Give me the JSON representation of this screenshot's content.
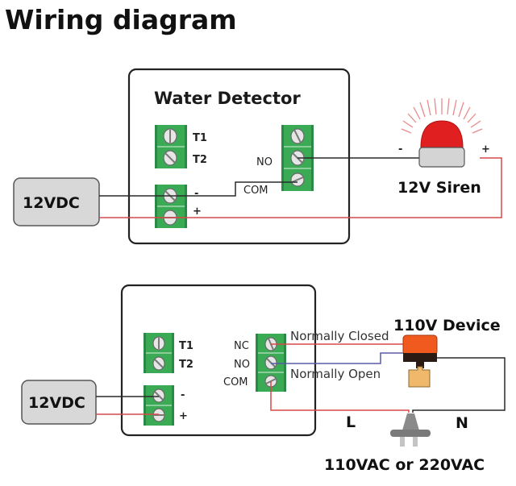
{
  "title": "Wiring diagram",
  "top_diagram": {
    "device_title": "Water Detector",
    "power_supply": "12VDC",
    "left_terminals": [
      "T1",
      "T2"
    ],
    "power_terminals": [
      "-",
      "+"
    ],
    "right_terminals": [
      "NO",
      "COM"
    ],
    "siren": {
      "label": "12V Siren",
      "minus": "-",
      "plus": "+"
    }
  },
  "bottom_diagram": {
    "power_supply": "12VDC",
    "left_terminals": [
      "T1",
      "T2"
    ],
    "power_terminals": [
      "-",
      "+"
    ],
    "right_terminals": [
      "NC",
      "NO",
      "COM"
    ],
    "nc_label": "Normally Closed",
    "no_label": "Normally Open",
    "device_label": "110V Device",
    "line_label": "L",
    "neutral_label": "N",
    "mains_label": "110VAC or 220VAC"
  },
  "colors": {
    "terminal_green": "#3aaa55",
    "wire_red": "#d84848",
    "wire_blue": "#5a5aa8",
    "wire_black": "#2a2a2a",
    "siren_red": "#e02020",
    "device_orange": "#f05a1e",
    "device_tan": "#f0b86a",
    "plug_gray": "#8a8a8a",
    "psu_gray": "#d8d8d8"
  }
}
